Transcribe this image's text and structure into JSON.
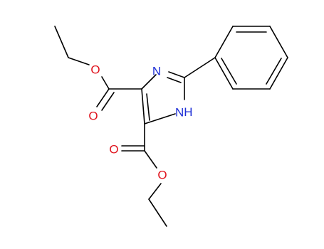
{
  "molecule": {
    "atoms": {
      "ring_n_top": {
        "symbol": "N",
        "color": "#1e2fd6"
      },
      "ring_nh": {
        "symbol": "H",
        "color": "#1e2fd6"
      },
      "upper_ester_carbonyl_o": {
        "symbol": "O",
        "color": "#e0141e"
      },
      "upper_ester_ether_o": {
        "symbol": "O",
        "color": "#e0141e"
      },
      "lower_ester_carbonyl_o": {
        "symbol": "O",
        "color": "#e0141e"
      },
      "lower_ester_ether_o": {
        "symbol": "O",
        "color": "#e0141e"
      }
    },
    "colors": {
      "bond": "#000000",
      "nitrogen": "#1e2fd6",
      "oxygen": "#e0141e"
    }
  }
}
